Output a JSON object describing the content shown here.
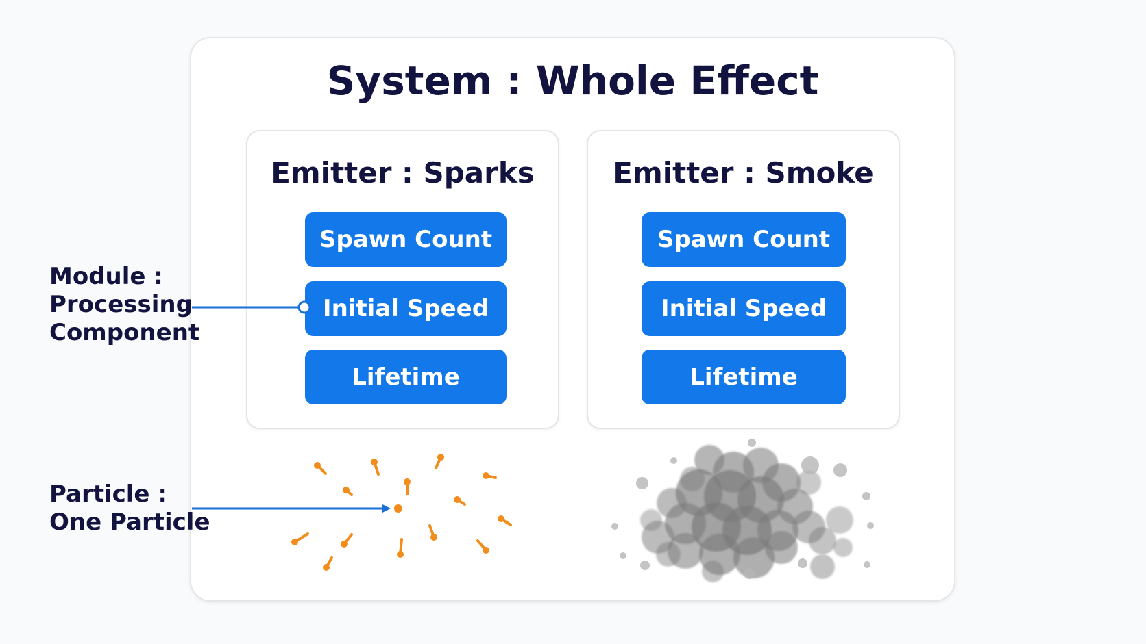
{
  "system": {
    "title": "System : Whole Effect"
  },
  "emitters": [
    {
      "title": "Emitter : Sparks",
      "modules": [
        "Spawn Count",
        "Initial Speed",
        "Lifetime"
      ]
    },
    {
      "title": "Emitter : Smoke",
      "modules": [
        "Spawn Count",
        "Initial Speed",
        "Lifetime"
      ]
    }
  ],
  "annotations": {
    "module": {
      "line1": "Module :",
      "line2": "Processing",
      "line3": "Component"
    },
    "particle": {
      "line1": "Particle :",
      "line2": "One Particle"
    }
  },
  "colors": {
    "module_button": "#1378ea",
    "arrow": "#1a6fd8",
    "spark": "#f28c1b",
    "smoke": "#7a7a7a",
    "text": "#12143f"
  },
  "icons": {
    "sparks": "spark-burst-icon",
    "smoke": "smoke-cloud-icon"
  }
}
